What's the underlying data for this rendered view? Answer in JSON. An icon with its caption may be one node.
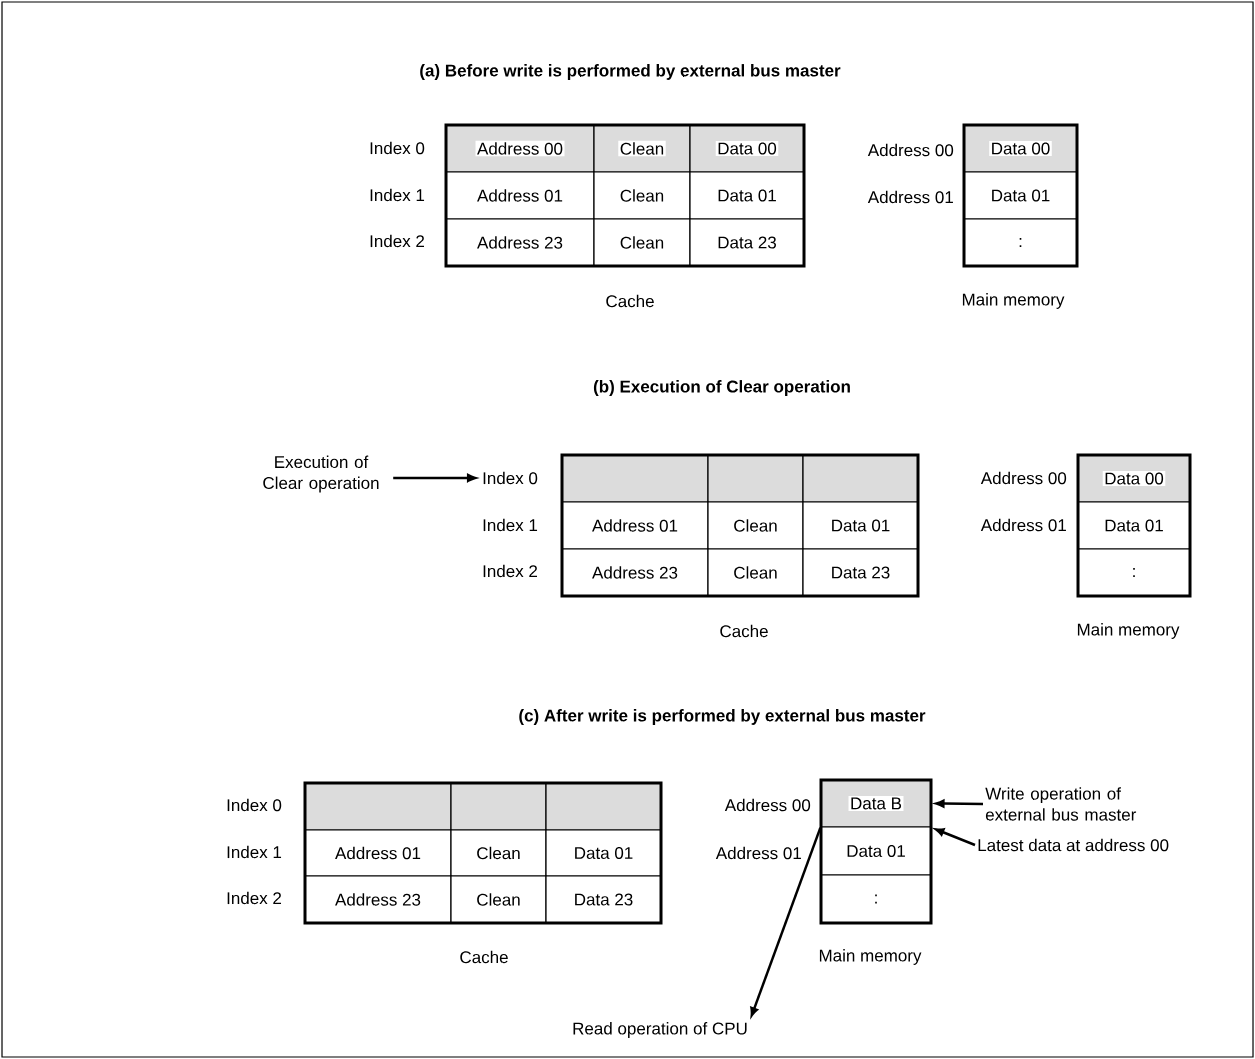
{
  "diagram": {
    "nodes": [
      {
        "text": [
          "Address 00"
        ]
      },
      {
        "text": [
          "Clean"
        ]
      },
      {
        "text": [
          "Data 00"
        ]
      },
      {
        "text": [
          "Address 01"
        ]
      },
      {
        "text": [
          "Clean"
        ]
      },
      {
        "text": [
          "Data 01"
        ]
      },
      {
        "text": [
          "Address 23"
        ]
      },
      {
        "text": [
          "Clean"
        ]
      },
      {
        "text": [
          "Data 23"
        ]
      },
      {
        "text": [
          "Data 00"
        ]
      },
      {
        "text": [
          "Data 01"
        ]
      },
      {
        "text": [
          ":"
        ]
      },
      {
        "text": [
          "Execution of Clear operation"
        ]
      },
      {
        "text": [
          "Index 0"
        ]
      },
      {
        "text": [],
        "shape": "box"
      },
      {
        "text": [],
        "shape": "box"
      },
      {
        "text": [],
        "shape": "box"
      },
      {
        "text": [
          "Address 01"
        ]
      },
      {
        "text": [
          "Clean"
        ]
      },
      {
        "text": [
          "Data 01"
        ]
      },
      {
        "text": [
          "Address 23"
        ]
      },
      {
        "text": [
          "Clean"
        ]
      },
      {
        "text": [
          "Data 23"
        ]
      },
      {
        "text": [
          "Data 00"
        ]
      },
      {
        "text": [
          "Data 01"
        ]
      },
      {
        "text": [
          ":"
        ]
      },
      {
        "text": [],
        "shape": "box"
      },
      {
        "text": [],
        "shape": "box"
      },
      {
        "text": [],
        "shape": "box"
      },
      {
        "text": [
          "Address 01"
        ]
      },
      {
        "text": [
          "Clean"
        ]
      },
      {
        "text": [
          "Data 01"
        ]
      },
      {
        "text": [
          "Address 23"
        ]
      },
      {
        "text": [
          "Clean"
        ]
      },
      {
        "text": [
          "Data 23"
        ]
      },
      {
        "text": [
          "Data B"
        ]
      },
      {
        "text": [
          "Data 01"
        ]
      },
      {
        "text": [
          ":"
        ]
      },
      {
        "text": [
          "Write operation of external bus master"
        ]
      },
      {
        "text": [
          "Latest data at address 00"
        ]
      },
      {
        "text": [
          "Read operation of CPU"
        ]
      }
    ],
    "edges": [
      {
        "from": 12,
        "to": 13,
        "arrow": "to"
      },
      {
        "from": 38,
        "to": 35,
        "arrow": "to"
      },
      {
        "from": 39,
        "to": 35,
        "arrow": "to"
      },
      {
        "from": 35,
        "to": 40,
        "arrow": "to"
      }
    ],
    "labels": [
      "(a)  Before write is performed by external bus master",
      "Index 0",
      "Index 1",
      "Index 2",
      "Address 00",
      "Address 01",
      "Cache",
      "Main memory",
      "(b)  Execution of Clear operation",
      "Index 1",
      "Index 2",
      "Address 00",
      "Address 01",
      "Cache",
      "Main memory",
      "(c)  After write is performed by external bus master",
      "Index 0",
      "Index 1",
      "Index 2",
      "Address 00",
      "Address 01",
      "Cache",
      "Main memory"
    ]
  }
}
